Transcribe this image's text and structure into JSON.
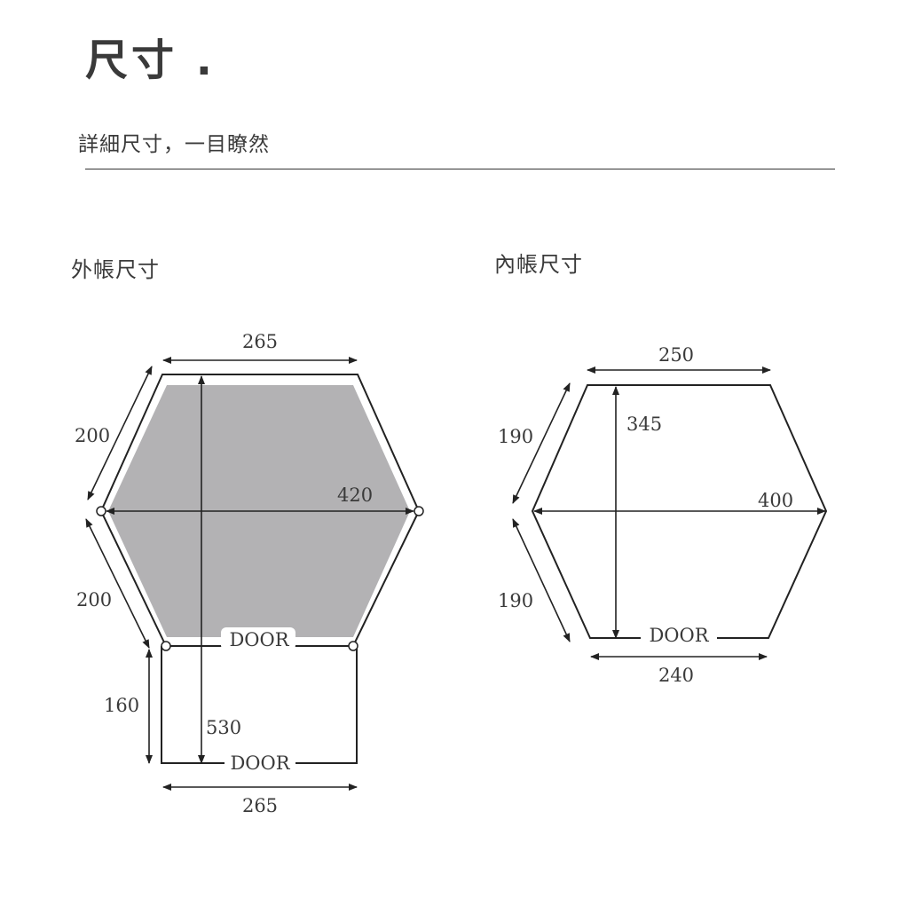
{
  "header": {
    "title": "尺寸 .",
    "subtitle": "詳細尺寸，一目瞭然"
  },
  "outer_tent": {
    "title": "外帳尺寸",
    "top_width": "265",
    "upper_left_side": "200",
    "lower_left_side": "200",
    "full_width": "420",
    "vestibule_depth": "160",
    "total_length": "530",
    "door_inner": "DOOR",
    "door_outer": "DOOR",
    "bottom_width": "265"
  },
  "inner_tent": {
    "title": "內帳尺寸",
    "top_width": "250",
    "upper_left_side": "190",
    "lower_left_side": "190",
    "length": "345",
    "full_width": "400",
    "door": "DOOR",
    "bottom_width": "240"
  },
  "colors": {
    "line": "#222222",
    "fill": "#b3b2b4",
    "text": "#3a3a3a"
  }
}
